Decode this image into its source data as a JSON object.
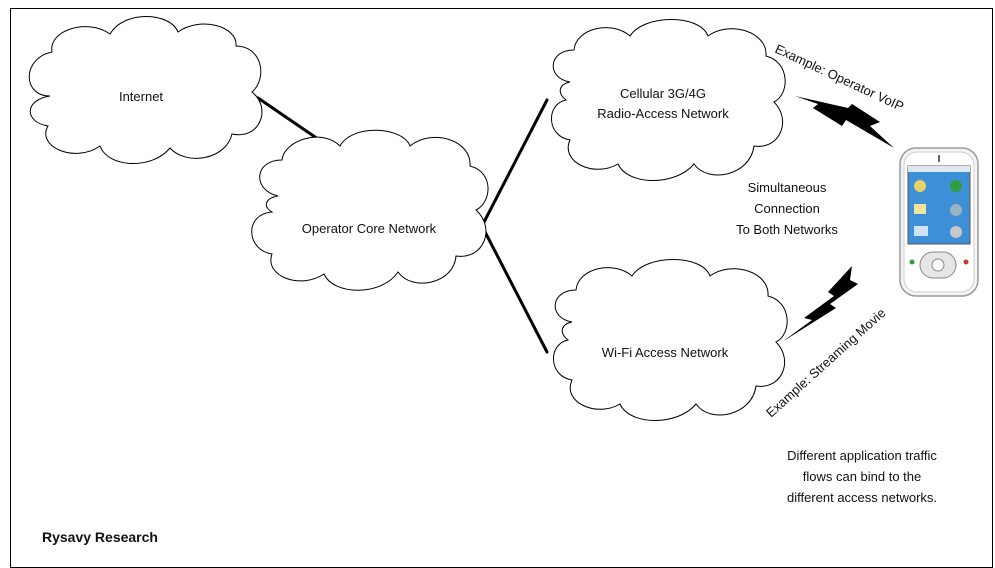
{
  "nodes": {
    "internet": "Internet",
    "core": "Operator Core Network",
    "cellular_line1": "Cellular 3G/4G",
    "cellular_line2": "Radio-Access Network",
    "wifi": "Wi-Fi Access Network"
  },
  "annotations": {
    "simultaneous": [
      "Simultaneous",
      "Connection",
      "To Both Networks"
    ],
    "voip_example": "Example: Operator VoIP",
    "movie_example": "Example: Streaming Movie",
    "note": [
      "Different application traffic",
      "flows can bind to the",
      "different access networks."
    ]
  },
  "credit": "Rysavy Research",
  "icons": {
    "device": "smartphone-icon",
    "wireless_links": "lightning-bolt-icon"
  },
  "colors": {
    "line": "#000000",
    "background": "#ffffff"
  }
}
